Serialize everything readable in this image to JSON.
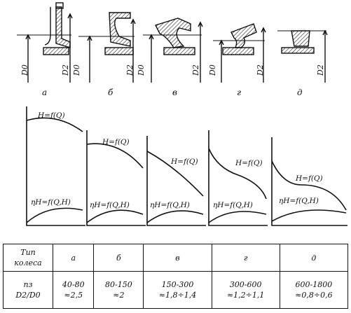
{
  "impellers": [
    {
      "letter": "a",
      "d0": "D0",
      "d2": "D2"
    },
    {
      "letter": "б",
      "d0": "D0",
      "d2": "D2"
    },
    {
      "letter": "в",
      "d0": "D0",
      "d2": "D2"
    },
    {
      "letter": "г",
      "d0": "D0",
      "d2": "D2"
    },
    {
      "letter": "д",
      "d2": "D2"
    }
  ],
  "curves": [
    {
      "h_label": "H=f(Q)",
      "eta_label": "ηH=f(Q,H)"
    },
    {
      "h_label": "H=f(Q)",
      "eta_label": "ηH=f(Q,H)"
    },
    {
      "h_label": "H=f(Q)",
      "eta_label": "ηH=f(Q,H)"
    },
    {
      "h_label": "H=f(Q)",
      "eta_label": "ηH=f(Q,H)"
    },
    {
      "h_label": "H=f(Q)",
      "eta_label": "ηH=f(Q,H)"
    }
  ],
  "table": {
    "header_label_1": "Тип",
    "header_label_2": "колеса",
    "types": [
      "а",
      "б",
      "в",
      "г",
      "д"
    ],
    "row_label_1": "nз",
    "row_label_2": "D2/D0",
    "ns": [
      "40-80",
      "80-150",
      "150-300",
      "300-600",
      "600-1800"
    ],
    "ratio": [
      "≈2,5",
      "≈2",
      "≈1,8÷1,4",
      "≈1,2÷1,1",
      "≈0,8÷0,6"
    ]
  }
}
